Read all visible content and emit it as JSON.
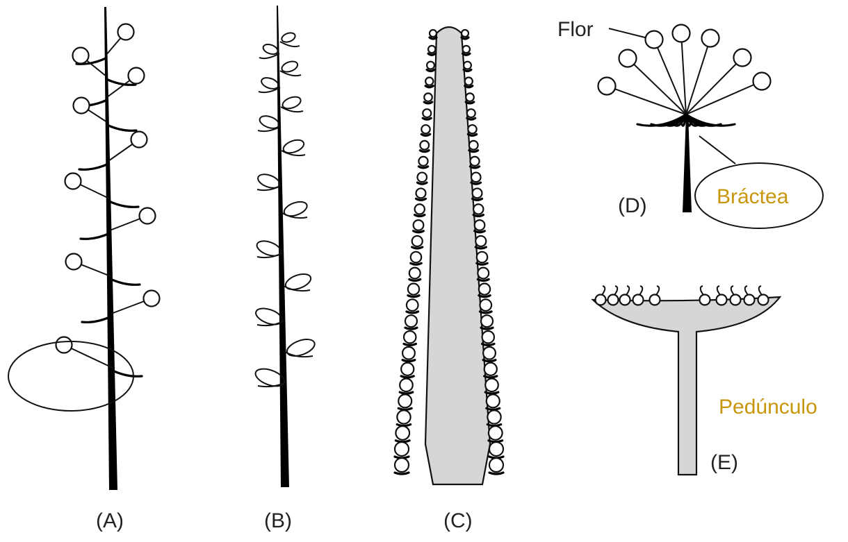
{
  "labels": {
    "a": "(A)",
    "b": "(B)",
    "c": "(C)",
    "d": "(D)",
    "e": "(E)",
    "flor": "Flor",
    "bractea": "Bráctea",
    "peduncle": "Pedúnculo"
  },
  "colors": {
    "accent": "#c8960c",
    "ink": "#111111",
    "fill": "#d6d6d6"
  }
}
